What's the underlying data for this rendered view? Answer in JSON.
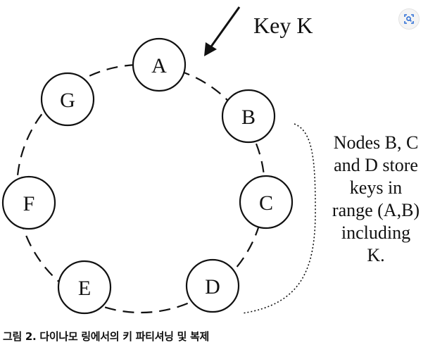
{
  "diagram": {
    "key_label": "Key K",
    "nodes": [
      "A",
      "B",
      "C",
      "D",
      "E",
      "F",
      "G"
    ],
    "note_lines": [
      "Nodes B, C",
      "and D store",
      "keys in",
      "range (A,B)",
      "including",
      "K."
    ]
  },
  "caption": "그림 2. 다이나모 링에서의 키 파티셔닝 및 복제",
  "icons": {
    "lens": "image-search-icon"
  }
}
